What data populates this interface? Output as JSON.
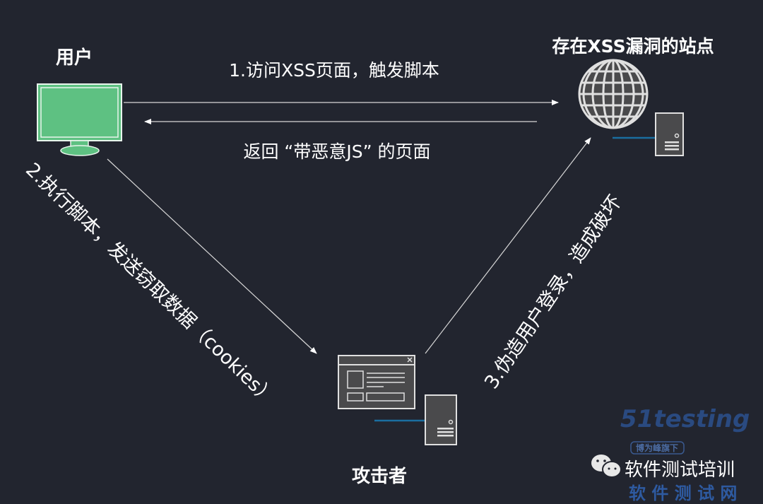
{
  "nodes": {
    "user": "用户",
    "site": "存在XSS漏洞的站点",
    "attacker": "攻击者"
  },
  "edges": {
    "visit": "1.访问XSS页面，触发脚本",
    "return": "返回 “带恶意JS” 的页面",
    "execute": "2.执行脚本，发送窃取数据（cookies）",
    "forge": "3.伪造用户登录，造成破坏"
  },
  "watermark": {
    "channel": "软件测试培训",
    "badge": "博为峰旗下",
    "brand": "51testing",
    "site": "软 件 测 试 网"
  },
  "icons": {
    "user": "monitor-icon",
    "site": "globe-icon",
    "server": "server-icon",
    "attacker": "browser-window-icon",
    "wechat": "wechat-icon"
  },
  "colors": {
    "background": "#22252f",
    "monitor": "#5ec182",
    "icon_fill": "#4a4a4c",
    "link": "#1a6ea0"
  }
}
